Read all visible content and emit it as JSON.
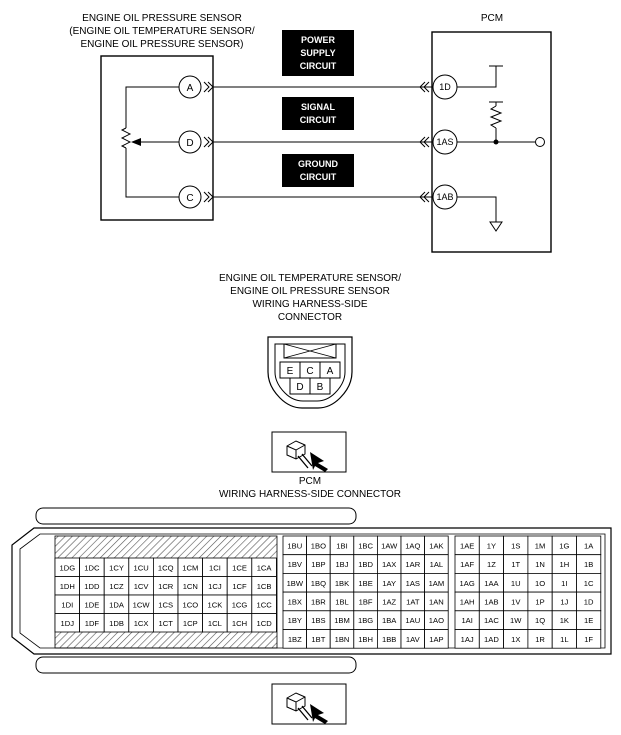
{
  "schematic": {
    "sensor_title": [
      "ENGINE OIL PRESSURE SENSOR",
      "(ENGINE OIL TEMPERATURE SENSOR/",
      "ENGINE OIL PRESSURE SENSOR)"
    ],
    "pcm_label": "PCM",
    "sensor_pins": [
      "A",
      "D",
      "C"
    ],
    "pcm_pins": [
      "1D",
      "1AS",
      "1AB"
    ],
    "circuits": [
      [
        "POWER",
        "SUPPLY",
        "CIRCUIT"
      ],
      [
        "SIGNAL",
        "CIRCUIT"
      ],
      [
        "GROUND",
        "CIRCUIT"
      ]
    ]
  },
  "sensor_connector": {
    "title": [
      "ENGINE OIL TEMPERATURE SENSOR/",
      "ENGINE OIL PRESSURE SENSOR",
      "WIRING HARNESS-SIDE",
      "CONNECTOR"
    ],
    "top_row": [
      "E",
      "C",
      "A"
    ],
    "bottom_row": [
      "D",
      "B"
    ]
  },
  "pcm_connector": {
    "title": [
      "PCM",
      "WIRING HARNESS-SIDE CONNECTOR"
    ],
    "left_block": [
      [
        "1DG",
        "1DC",
        "1CY",
        "1CU",
        "1CQ",
        "1CM",
        "1CI",
        "1CE",
        "1CA"
      ],
      [
        "1DH",
        "1DD",
        "1CZ",
        "1CV",
        "1CR",
        "1CN",
        "1CJ",
        "1CF",
        "1CB"
      ],
      [
        "1DI",
        "1DE",
        "1DA",
        "1CW",
        "1CS",
        "1CO",
        "1CK",
        "1CG",
        "1CC"
      ],
      [
        "1DJ",
        "1DF",
        "1DB",
        "1CX",
        "1CT",
        "1CP",
        "1CL",
        "1CH",
        "1CD"
      ]
    ],
    "middle_block": [
      [
        "1BU",
        "1BO",
        "1BI",
        "1BC",
        "1AW",
        "1AQ",
        "1AK"
      ],
      [
        "1BV",
        "1BP",
        "1BJ",
        "1BD",
        "1AX",
        "1AR",
        "1AL"
      ],
      [
        "1BW",
        "1BQ",
        "1BK",
        "1BE",
        "1AY",
        "1AS",
        "1AM"
      ],
      [
        "1BX",
        "1BR",
        "1BL",
        "1BF",
        "1AZ",
        "1AT",
        "1AN"
      ],
      [
        "1BY",
        "1BS",
        "1BM",
        "1BG",
        "1BA",
        "1AU",
        "1AO"
      ],
      [
        "1BZ",
        "1BT",
        "1BN",
        "1BH",
        "1BB",
        "1AV",
        "1AP"
      ]
    ],
    "right_block": [
      [
        "1AE",
        "1Y",
        "1S",
        "1M",
        "1G",
        "1A"
      ],
      [
        "1AF",
        "1Z",
        "1T",
        "1N",
        "1H",
        "1B"
      ],
      [
        "1AG",
        "1AA",
        "1U",
        "1O",
        "1I",
        "1C"
      ],
      [
        "1AH",
        "1AB",
        "1V",
        "1P",
        "1J",
        "1D"
      ],
      [
        "1AI",
        "1AC",
        "1W",
        "1Q",
        "1K",
        "1E"
      ],
      [
        "1AJ",
        "1AD",
        "1X",
        "1R",
        "1L",
        "1F"
      ]
    ]
  },
  "colors": {
    "line": "#000000",
    "box_fill": "#000000",
    "box_text": "#ffffff",
    "hatch": "#555555"
  },
  "icons": [
    "probe-icon-sensor",
    "probe-icon-pcm"
  ]
}
